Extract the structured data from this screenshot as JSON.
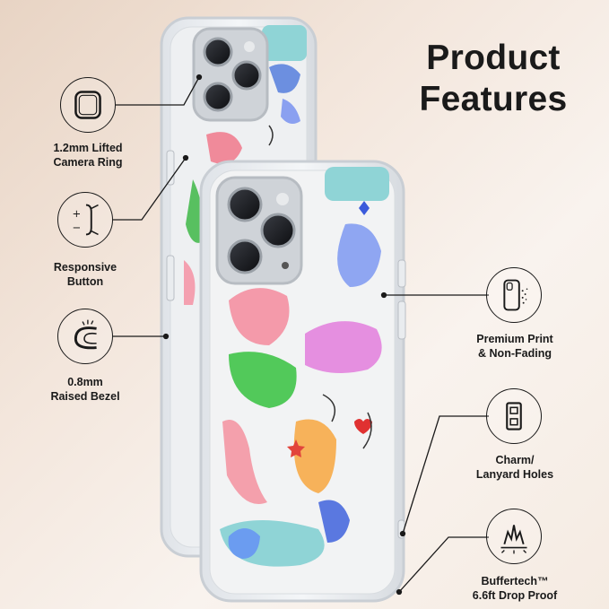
{
  "title": {
    "line1": "Product",
    "line2": "Features"
  },
  "features": {
    "camera_ring": {
      "line1": "1.2mm Lifted",
      "line2": "Camera Ring"
    },
    "responsive_button": {
      "line1": "Responsive",
      "line2": "Button"
    },
    "raised_bezel": {
      "line1": "0.8mm",
      "line2": "Raised Bezel"
    },
    "premium_print": {
      "line1": "Premium Print",
      "line2": "& Non-Fading"
    },
    "charm_holes": {
      "line1": "Charm/",
      "line2": "Lanyard Holes"
    },
    "buffertech": {
      "line1": "Buffertech™",
      "line2": "6.6ft Drop Proof"
    }
  },
  "icons": {
    "camera_ring": "camera-ring-icon",
    "responsive_button": "button-icon",
    "raised_bezel": "bezel-icon",
    "premium_print": "phone-print-icon",
    "charm_holes": "lanyard-holes-icon",
    "buffertech": "drop-proof-icon"
  },
  "colors": {
    "accent": "#1a1a1a",
    "background": "#f3e6dc"
  }
}
